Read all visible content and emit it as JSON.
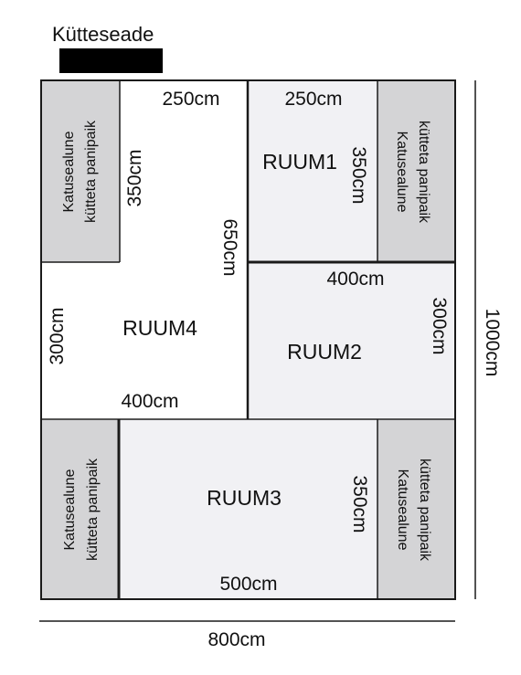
{
  "heater": {
    "label": "Kütteseade"
  },
  "rooms": {
    "ruum1": {
      "name": "RUUM1",
      "width": "250cm",
      "height": "350cm"
    },
    "ruum2": {
      "name": "RUUM2",
      "width": "400cm",
      "height": "300cm"
    },
    "ruum3": {
      "name": "RUUM3",
      "width": "500cm",
      "height": "350cm"
    },
    "ruum4": {
      "name": "RUUM4",
      "width": "400cm",
      "height": "300cm",
      "upper_width": "250cm",
      "upper_height": "350cm",
      "total_height": "650cm"
    }
  },
  "attic": {
    "line1": "Katusealune",
    "line2": "kütteta panipaik"
  },
  "overall": {
    "width": "800cm",
    "height": "1000cm"
  },
  "colors": {
    "room_fill": "#f1f1f4",
    "attic_fill": "#d4d4d6",
    "wall": "#1a1a1a",
    "heater": "#000000"
  }
}
